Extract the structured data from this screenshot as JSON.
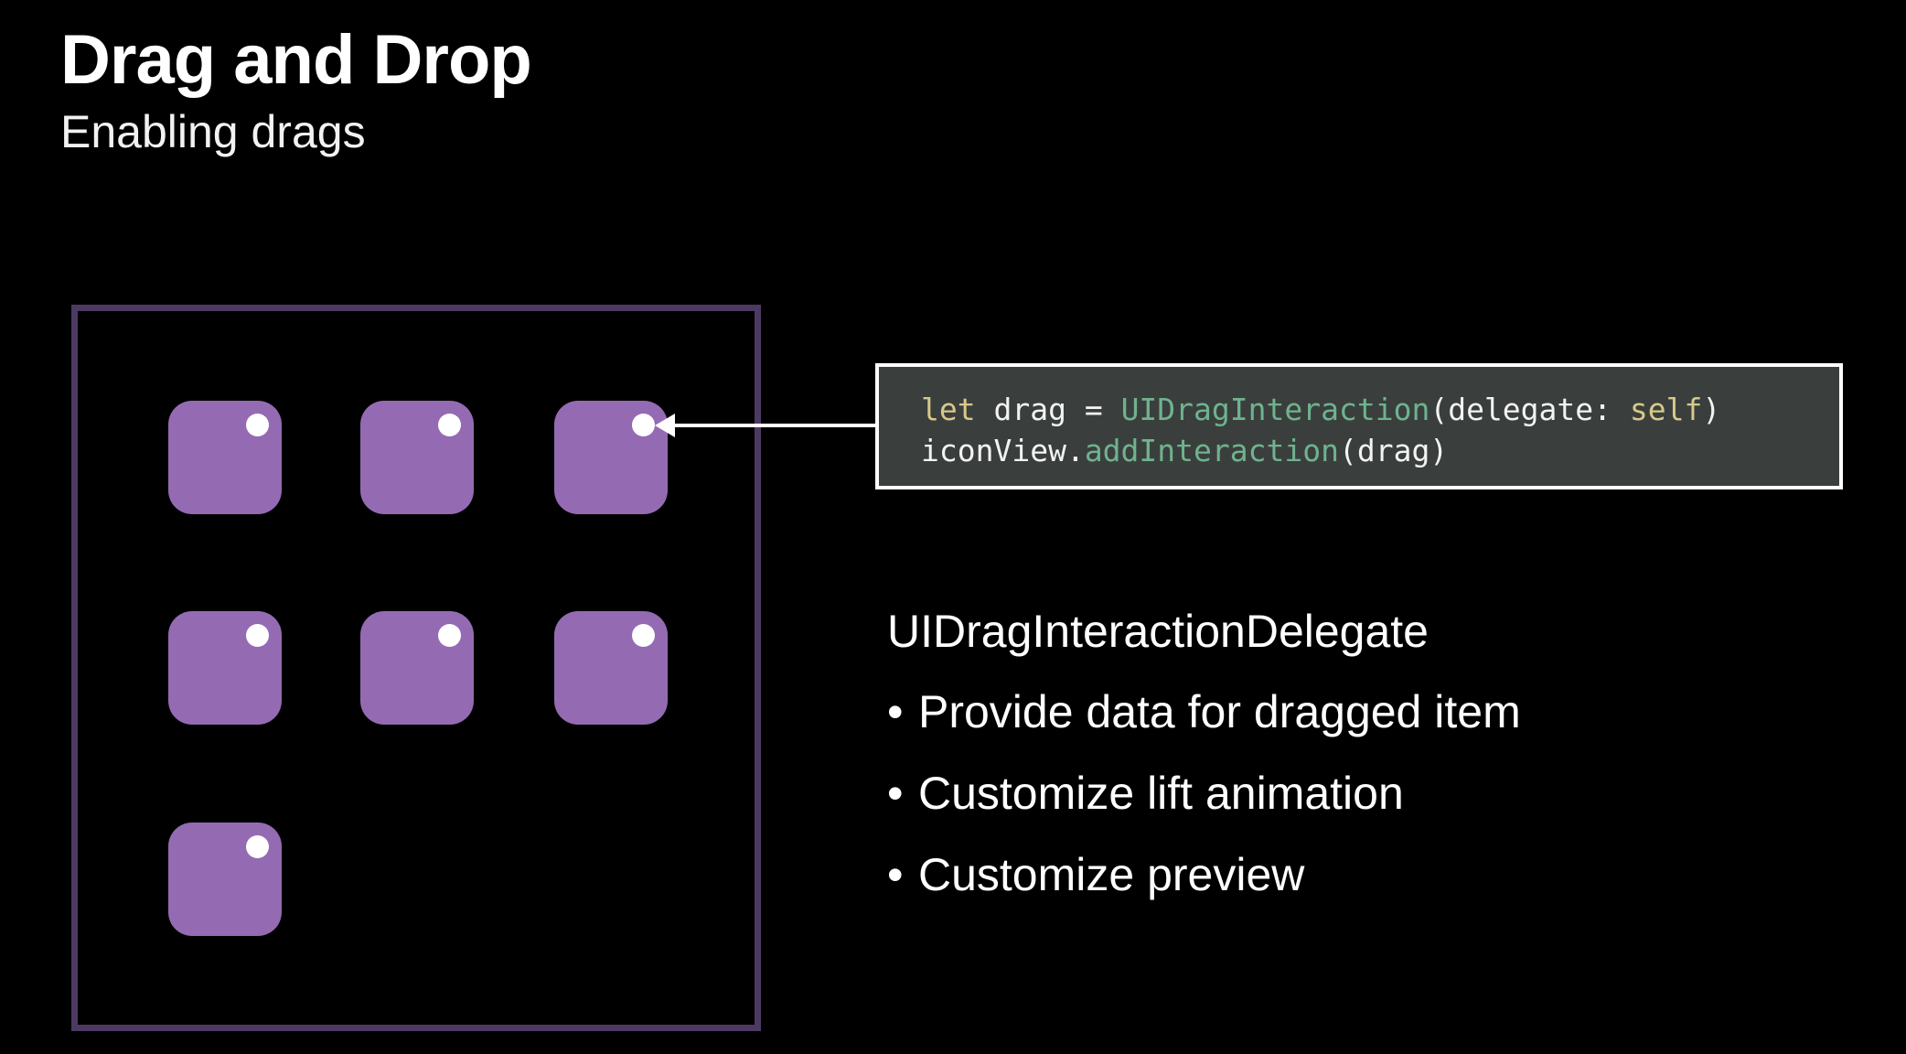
{
  "slide": {
    "title": "Drag and Drop",
    "subtitle": "Enabling drags"
  },
  "illustration": {
    "icon_count": 7,
    "icon_color": "#946bb3",
    "frame_color": "#4d3a63"
  },
  "code": {
    "line1": {
      "kw_let": "let",
      "var": " drag = ",
      "type": "UIDragInteraction",
      "args_open": "(delegate: ",
      "kw_self": "self",
      "args_close": ")"
    },
    "line2": {
      "obj": "iconView.",
      "method": "addInteraction",
      "args": "(drag)"
    }
  },
  "delegate": {
    "heading": "UIDragInteractionDelegate",
    "bullet_symbol": "•",
    "items": [
      "Provide data for dragged item",
      "Customize lift animation",
      "Customize preview"
    ]
  },
  "colors": {
    "background": "#000000",
    "code_background": "#3a3f3e",
    "keyword": "#d7c989",
    "type": "#6fb38e"
  }
}
